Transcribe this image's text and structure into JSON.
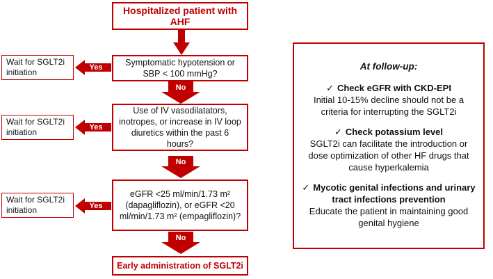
{
  "colors": {
    "accent": "#c00000",
    "text": "#111111",
    "background": "#ffffff"
  },
  "flowchart": {
    "title": "Hospitalized patient with AHF",
    "questions": [
      {
        "text": "Symptomatic hypotension or SBP < 100 mmHg?",
        "yes_label": "Yes",
        "no_label": "No",
        "wait_text": "Wait for SGLT2i initiation"
      },
      {
        "text": "Use of IV vasodilatators, inotropes, or increase in IV loop diuretics within the past 6 hours?",
        "yes_label": "Yes",
        "no_label": "No",
        "wait_text": "Wait for SGLT2i initiation"
      },
      {
        "text": "eGFR <25 ml/min/1.73 m² (dapagliflozin), or eGFR <20 ml/min/1.73 m² (empagliflozin)?",
        "yes_label": "Yes",
        "no_label": "No",
        "wait_text": "Wait for SGLT2i initiation"
      }
    ],
    "final": "Early administration of SGLT2i"
  },
  "follow_up": {
    "heading": "At follow-up:",
    "check_icon": "✓",
    "sections": [
      {
        "title": "Check eGFR with CKD-EPI",
        "body": "Initial 10-15% decline should not be a criteria for interrupting the SGLT2i"
      },
      {
        "title": "Check potassium level",
        "body": "SGLT2i can facilitate the introduction or dose optimization of other HF drugs that cause hyperkalemia"
      },
      {
        "title": "Mycotic genital infections and urinary tract infections prevention",
        "body": "Educate the patient in maintaining good genital hygiene"
      }
    ]
  }
}
